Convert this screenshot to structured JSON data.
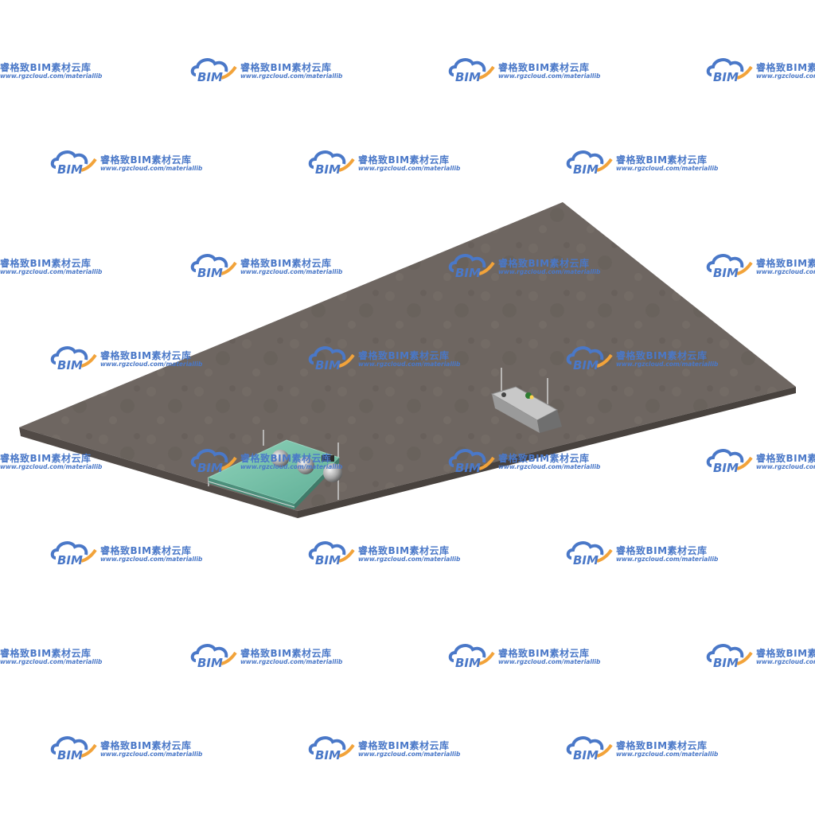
{
  "watermark": {
    "logo_text": "BIM",
    "title": "睿格致BIM素材云库",
    "url": "www.rgzcloud.com/materiallib",
    "colors": {
      "text": "#4a78c8",
      "cloud": "#4a78c8",
      "swoosh": "#f2a33a"
    }
  },
  "scene": {
    "slab_color": "#6e6661",
    "slab_edge_color": "#4d4743",
    "unit_a_color": "#7fc4ad",
    "unit_b_color": "#bdbdbd"
  }
}
